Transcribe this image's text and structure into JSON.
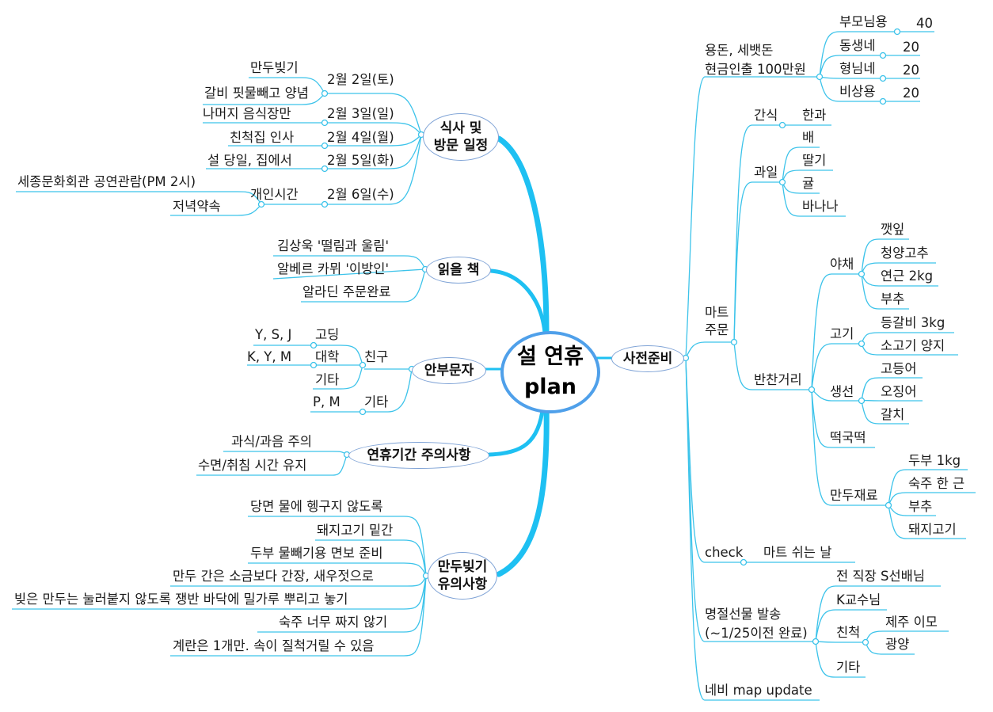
{
  "colors": {
    "branch_thick": "#1ec0f2",
    "line": "#3cc3ea",
    "node_border": "#7fa3d6",
    "center_border": "#4fa0ea"
  },
  "center": {
    "line1": "설 연휴",
    "line2": "plan"
  },
  "left": {
    "schedule": {
      "label": "식사 및\n방문 일정",
      "items": [
        {
          "date": "2월 2일(토)",
          "children": [
            "만두빚기",
            "갈비 핏물빼고 양념"
          ]
        },
        {
          "date": "2월 3일(일)",
          "children": [
            "나머지 음식장만"
          ]
        },
        {
          "date": "2월 4일(월)",
          "children": [
            "친척집 인사"
          ]
        },
        {
          "date": "2월 5일(화)",
          "children": [
            "설 당일, 집에서"
          ]
        },
        {
          "date": "2월 6일(수)",
          "children": [
            {
              "label": "개인시간",
              "children": [
                "세종문화회관 공연관람(PM 2시)",
                "저녁약속"
              ]
            }
          ]
        }
      ]
    },
    "books": {
      "label": "읽을 책",
      "items": [
        "김상욱 '떨림과 울림'",
        "알베르 카뮈 '이방인'",
        "알라딘 주문완료"
      ]
    },
    "greetings": {
      "label": "안부문자",
      "friends": {
        "label": "친구",
        "items": [
          {
            "label": "고딩",
            "names": "Y, S, J"
          },
          {
            "label": "대학",
            "names": "K, Y, M"
          },
          {
            "label": "기타",
            "names": ""
          }
        ]
      },
      "other": {
        "label": "기타",
        "names": "P, M"
      }
    },
    "caution": {
      "label": "연휴기간 주의사항",
      "items": [
        "과식/과음 주의",
        "수면/취침 시간 유지"
      ]
    },
    "dumpling_tips": {
      "label": "만두빚기\n유의사항",
      "items": [
        "당면 물에 헹구지 않도록",
        "돼지고기 밑간",
        "두부 물빼기용 면보 준비",
        "만두 간은 소금보다 간장, 새우젓으로",
        "빚은 만두는 눌러붙지 않도록 쟁반 바닥에 밀가루 뿌리고 놓기",
        "숙주 너무 짜지 않기",
        "계란은 1개만. 속이 질척거릴 수 있음"
      ]
    }
  },
  "right": {
    "prep": {
      "label": "사전준비",
      "cash": {
        "label": "용돈, 세뱃돈\n현금인출 100만원",
        "items": [
          {
            "label": "부모님용",
            "value": "40"
          },
          {
            "label": "동생네",
            "value": "20"
          },
          {
            "label": "형님네",
            "value": "20"
          },
          {
            "label": "비상용",
            "value": "20"
          }
        ]
      },
      "mart": {
        "label": "마트\n주문",
        "snack": {
          "label": "간식",
          "items": [
            "한과"
          ]
        },
        "fruit": {
          "label": "과일",
          "items": [
            "배",
            "딸기",
            "귤",
            "바나나"
          ]
        },
        "side": {
          "label": "반찬거리",
          "veg": {
            "label": "야채",
            "items": [
              "깻잎",
              "청양고추",
              "연근 2kg",
              "부추"
            ]
          },
          "meat": {
            "label": "고기",
            "items": [
              "등갈비 3kg",
              "소고기 양지"
            ]
          },
          "fish": {
            "label": "생선",
            "items": [
              "고등어",
              "오징어",
              "갈치"
            ]
          },
          "ricecake": {
            "label": "떡국떡"
          },
          "dumpling": {
            "label": "만두재료",
            "items": [
              "두부 1kg",
              "숙주 한 근",
              "부추",
              "돼지고기"
            ]
          }
        }
      },
      "check": {
        "label": "check",
        "item": "마트 쉬는 날"
      },
      "gifts": {
        "label": "명절선물 발송\n(~1/25이전 완료)",
        "items": [
          {
            "label": "전 직장 S선배님"
          },
          {
            "label": "K교수님"
          },
          {
            "label": "친척",
            "children": [
              "제주 이모",
              "광양"
            ]
          },
          {
            "label": "기타"
          }
        ]
      },
      "navi": {
        "label": "네비 map update"
      }
    }
  }
}
